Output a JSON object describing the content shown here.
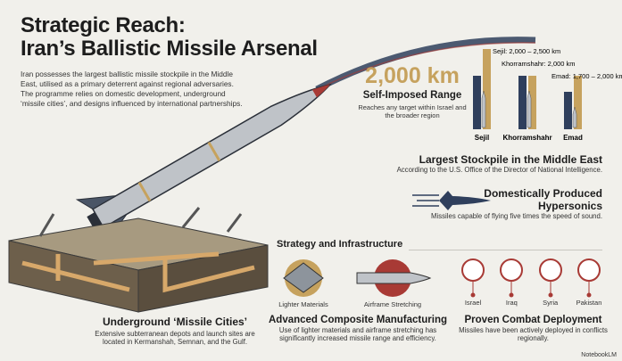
{
  "header": {
    "title_line1": "Strategic Reach:",
    "title_line2": "Iran’s Ballistic Missile Arsenal",
    "intro": "Iran possesses the largest ballistic missile stockpile in the Middle East, utilised as a primary deterrent against regional adversaries. The programme relies on domestic development, underground ‘missile cities’, and designs influenced by international partnerships."
  },
  "range": {
    "value": "2,000 km",
    "label": "Self-Imposed Range",
    "desc": "Reaches any target within Israel and the broader region"
  },
  "chart_data": {
    "type": "bar",
    "categories": [
      "Sejil",
      "Khorramshahr",
      "Emad"
    ],
    "series": [
      {
        "values": [
          2000,
          2000,
          1700
        ]
      },
      {
        "values": [
          2500,
          2000,
          2000
        ]
      }
    ],
    "annotations": [
      "Sejil: 2,000 – 2,500 km",
      "Khorramshahr: 2,000 km",
      "Emad: 1,700 – 2,000 km"
    ],
    "colors": [
      "#2f3f5c",
      "#c6a25e"
    ]
  },
  "stockpile": {
    "title": "Largest Stockpile in the Middle East",
    "desc": "According to the U.S. Office of the Director of National Intelligence."
  },
  "hypersonics": {
    "title_line1": "Domestically Produced",
    "title_line2": "Hypersonics",
    "desc": "Missiles capable of flying five times the speed of sound.",
    "icon": "rocket-icon"
  },
  "strategy": {
    "heading": "Strategy and Infrastructure",
    "manufacturing": {
      "items": [
        {
          "label": "Lighter Materials",
          "icon": "composite-mesh-icon"
        },
        {
          "label": "Airframe Stretching",
          "icon": "missile-icon"
        }
      ],
      "title": "Advanced Composite Manufacturing",
      "desc": "Use of lighter materials and airframe stretching has significantly increased missile range and efficiency."
    },
    "deployment": {
      "countries": [
        "Israel",
        "Iraq",
        "Syria",
        "Pakistan"
      ],
      "title": "Proven Combat Deployment",
      "desc": "Missiles have been actively deployed in conflicts regionally.",
      "color": "#a83a35"
    }
  },
  "underground": {
    "title": "Underground ‘Missile Cities’",
    "desc": "Extensive subterranean depots and launch sites are located in Kermanshah, Semnan, and the Gulf."
  },
  "footer": {
    "brand": "NotebookLM"
  }
}
